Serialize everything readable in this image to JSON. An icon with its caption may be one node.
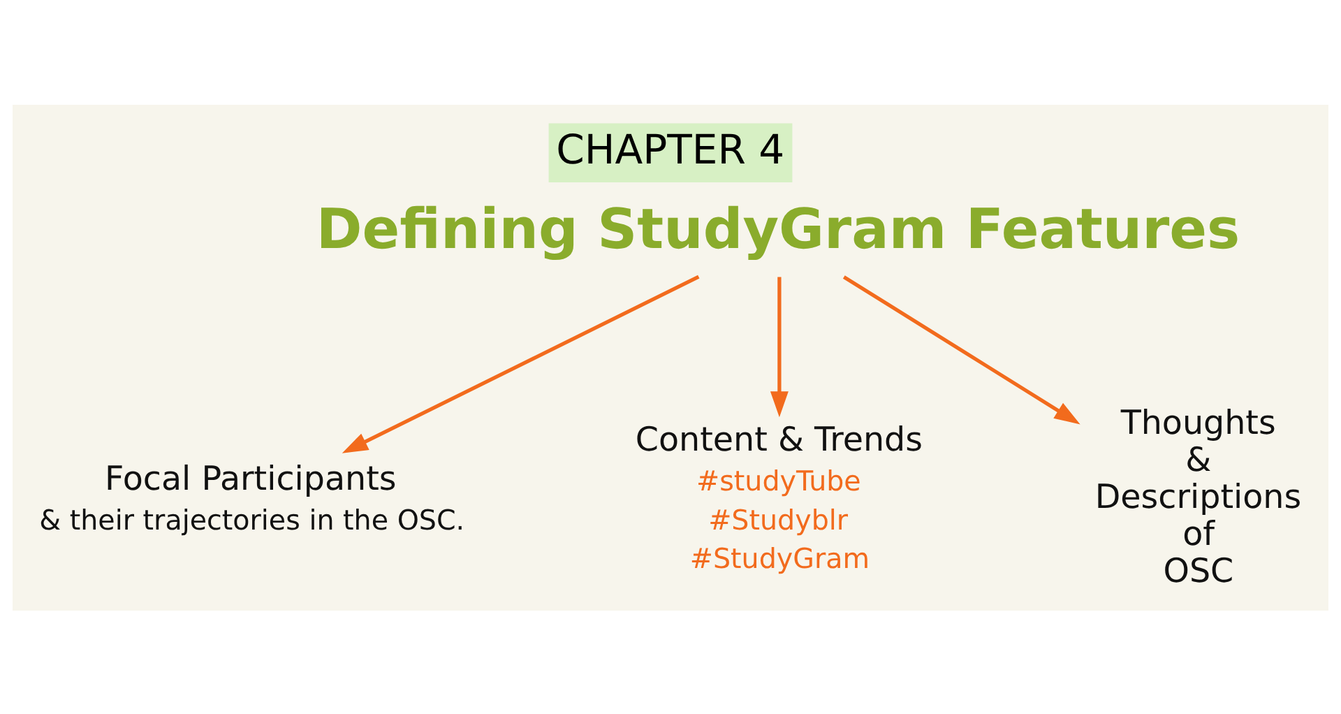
{
  "diagram": {
    "title": "CHAPTER 4",
    "nodes": [
      {
        "text": [
          "Defining StudyGram Features"
        ]
      },
      {
        "text": [
          "Focal Participants",
          "& their trajectories in the OSC."
        ]
      },
      {
        "text": [
          "Content & Trends"
        ],
        "beside": [
          "#studyTube",
          "#Studyblr",
          "#StudyGram"
        ]
      },
      {
        "text": [
          "Thoughts & Descriptions of OSC"
        ]
      }
    ],
    "edges": [
      {
        "from": 0,
        "to": 1,
        "arrow": "to"
      },
      {
        "from": 0,
        "to": 2,
        "arrow": "to"
      },
      {
        "from": 0,
        "to": 3,
        "arrow": "to"
      }
    ]
  }
}
